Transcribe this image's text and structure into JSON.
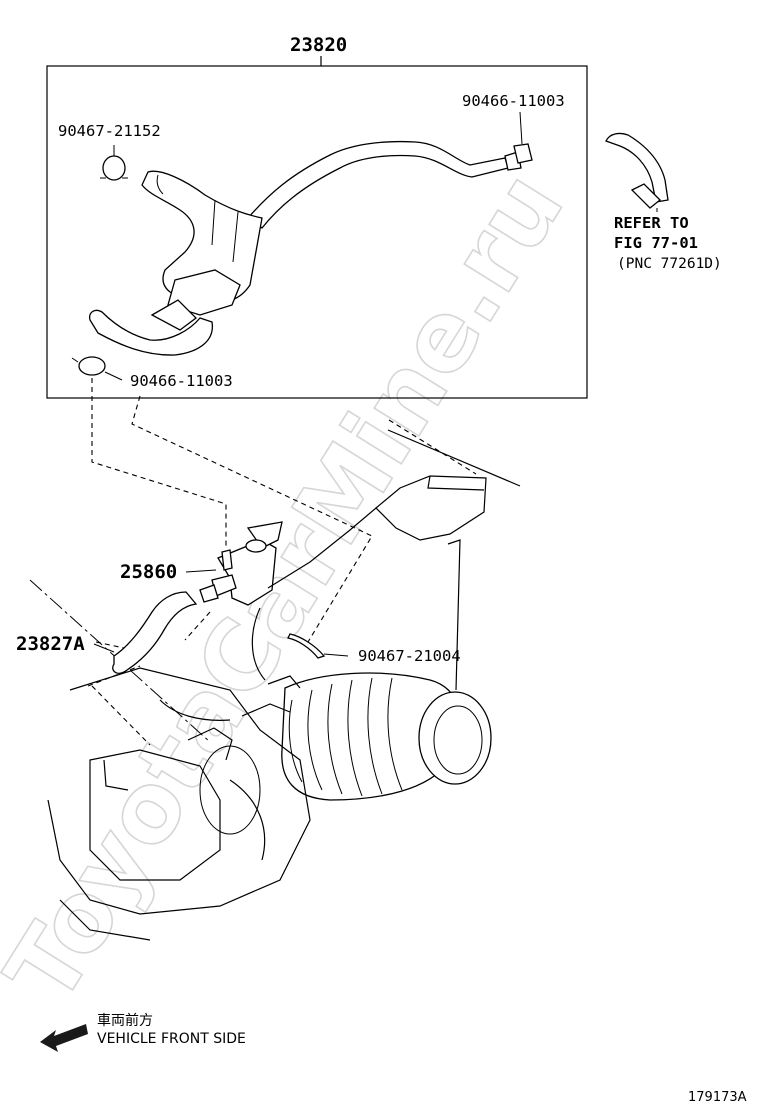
{
  "callouts": {
    "assembly": "23820",
    "clip_top_right": "90466-11003",
    "plug_top_left": "90467-21152",
    "clip_bottom_left": "90466-11003",
    "vsv": "25860",
    "hose": "23827A",
    "clamp": "90467-21004"
  },
  "reference": {
    "line1": "REFER TO",
    "line2": "FIG 77-01",
    "line3": "(PNC 77261D)"
  },
  "direction": {
    "japanese": "車両前方",
    "english": "VEHICLE FRONT SIDE"
  },
  "illustration_code": "179173A",
  "watermark": "ToyotaCarMine.ru"
}
